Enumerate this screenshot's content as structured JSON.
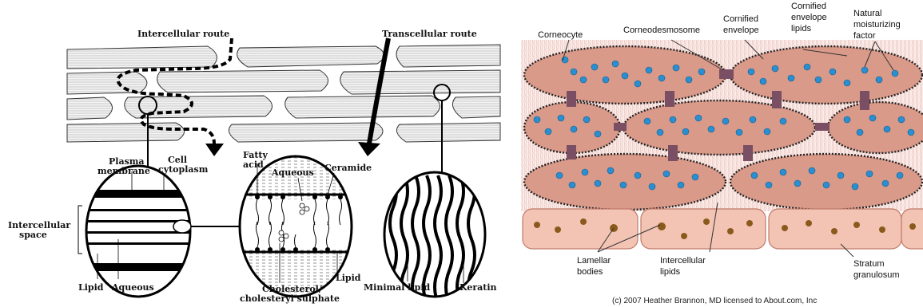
{
  "left_diagram": {
    "route_labels": {
      "intercellular": "Intercellular route",
      "transcellular": "Transcellular route"
    },
    "detail_left": {
      "plasma_membrane": [
        "Plasma",
        "membrane"
      ],
      "cell_cytoplasm": [
        "Cell",
        "cytoplasm"
      ],
      "intercellular_space": [
        "Intercellular",
        "space"
      ],
      "lipid": "Lipid",
      "aqueous": "Aqueous"
    },
    "detail_middle": {
      "fatty_acid": [
        "Fatty",
        "acid"
      ],
      "aqueous": "Aqueous",
      "ceramide": "Ceramide",
      "cholesterol": [
        "Cholesterol/",
        "cholesteryl sulphate"
      ],
      "lipid": "Lipid"
    },
    "detail_right": {
      "minimal_lipid": "Minimal lipid",
      "keratin": "Keratin"
    }
  },
  "right_diagram": {
    "labels": {
      "corneocyte": "Corneocyte",
      "corneodesmosome": "Corneodesmosome",
      "cornified_envelope": [
        "Cornified",
        "envelope"
      ],
      "cornified_envelope_lipids": [
        "Cornified",
        "envelope",
        "lipids"
      ],
      "natural_moisturizing_factor": [
        "Natural",
        "moisturizing",
        "factor"
      ],
      "lamellar_bodies": [
        "Lamellar",
        "bodies"
      ],
      "intercellular_lipids": [
        "Intercellular",
        "lipids"
      ],
      "stratum_granulosum": [
        "Stratum",
        "granulosum"
      ]
    },
    "credit": "(c) 2007 Heather Brannon, MD licensed to About.com, Inc",
    "colors": {
      "corneocyte_fill": "#d99a8a",
      "nmf_dot": "#2a8fd0",
      "corneodesmosome": "#7a4f63",
      "granulosum_fill": "#f3c4b4",
      "lamellar_body": "#8a5a1c",
      "lipid_haze": "#eccfc6"
    }
  }
}
